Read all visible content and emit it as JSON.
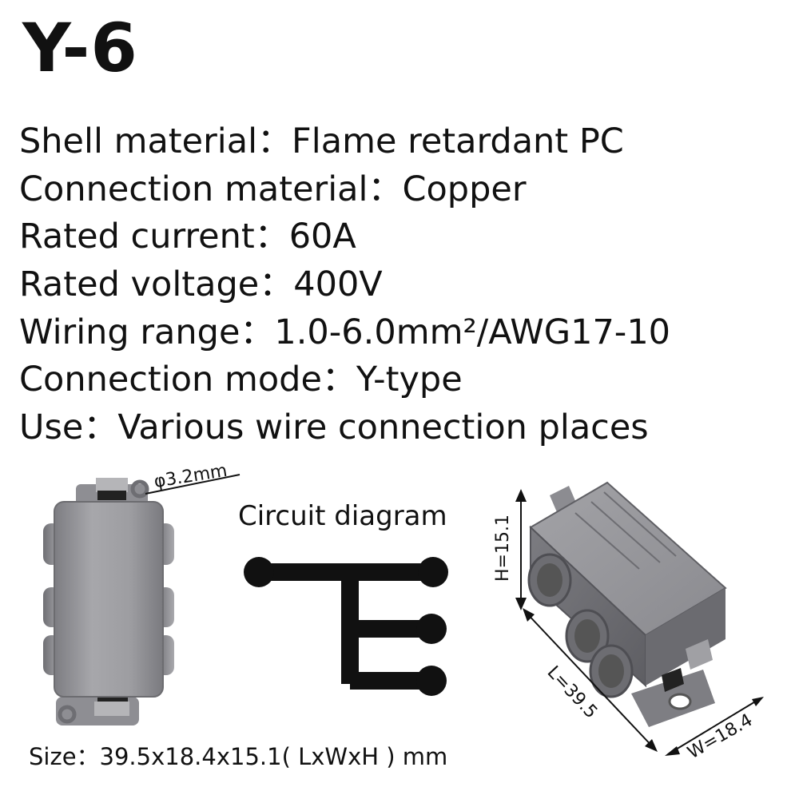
{
  "model": "Y-6",
  "specs": [
    {
      "key": "Shell material：",
      "value": "Flame retardant PC"
    },
    {
      "key": "Connection material：",
      "value": "Copper"
    },
    {
      "key": "Rated current：",
      "value": "60A"
    },
    {
      "key": "Rated voltage：",
      "value": "400V"
    },
    {
      "key": "Wiring range：",
      "value": "1.0-6.0mm²/AWG17-10"
    },
    {
      "key": "Connection mode：",
      "value": "Y-type"
    },
    {
      "key": "Use：",
      "value": "Various wire connection places"
    }
  ],
  "diagram_caption": "Circuit diagram",
  "hole_diameter": "φ3.2mm",
  "dimensions": {
    "height": "H=15.1",
    "length": "L=39.5",
    "width": "W=18.4"
  },
  "size_text": "Size：39.5x18.4x15.1( LxWxH ) mm",
  "body_color": "#9a9a9e",
  "ink_color": "#111111"
}
